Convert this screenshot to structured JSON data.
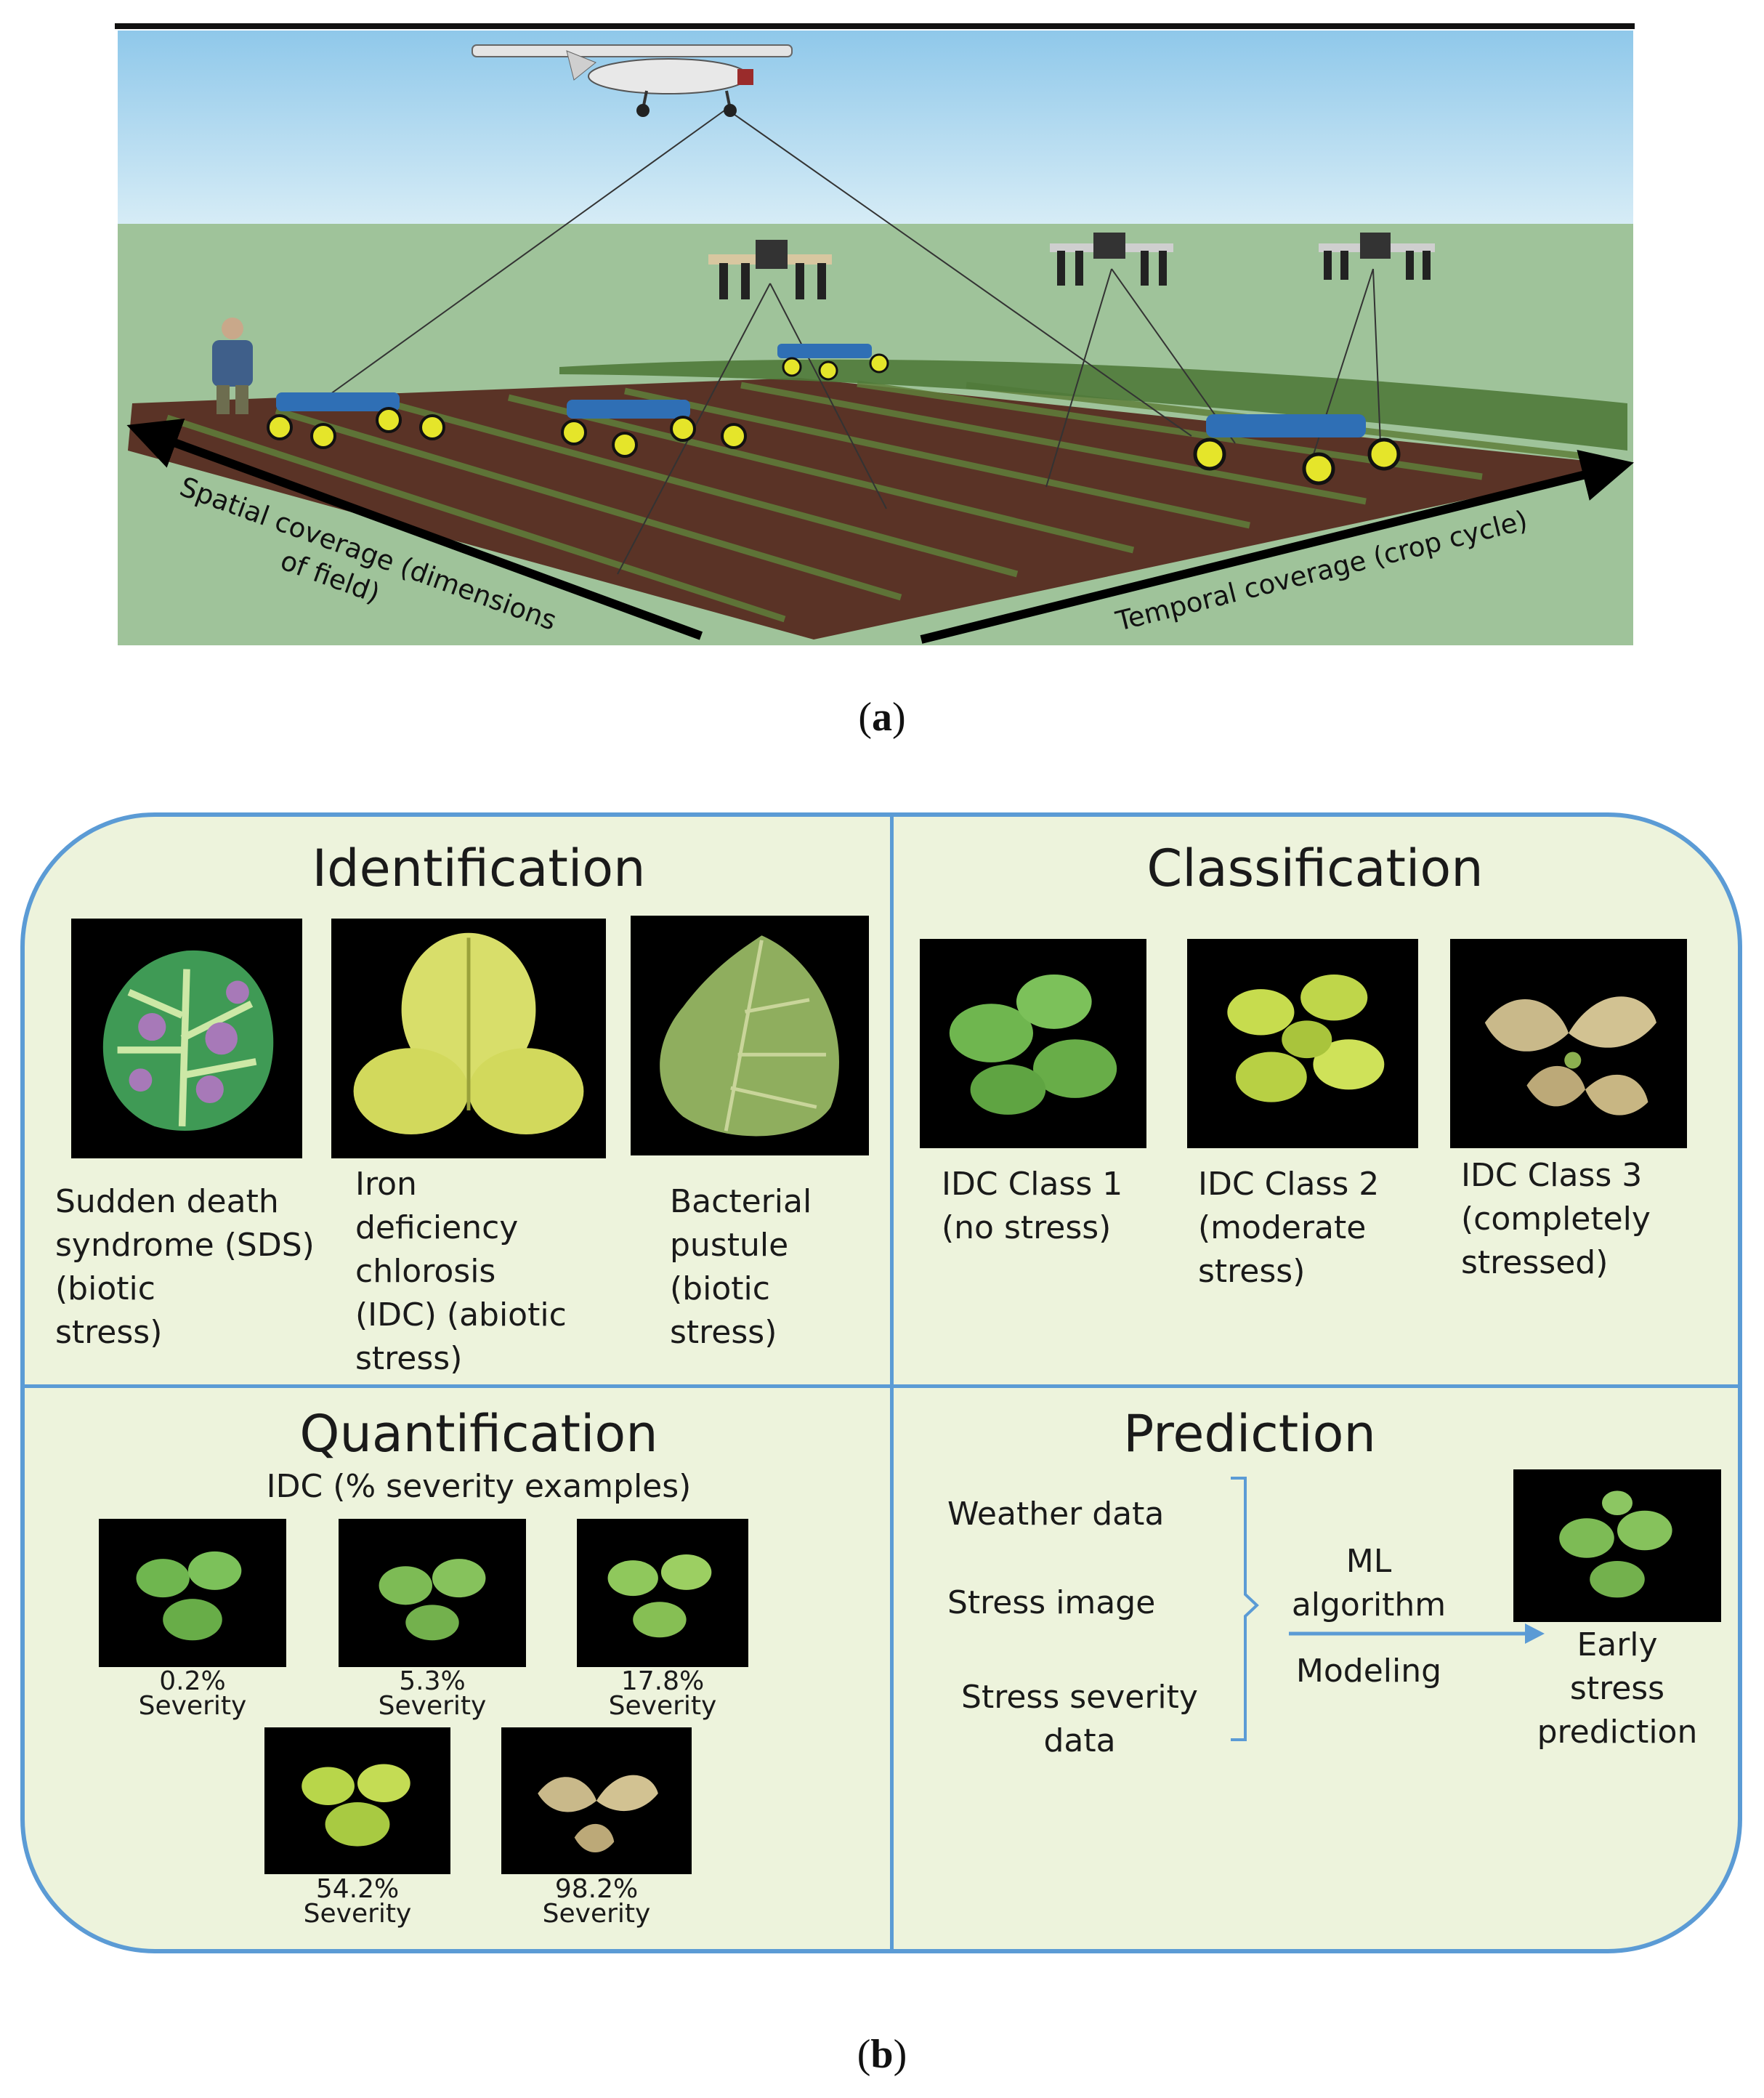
{
  "panel_a": {
    "caption": "a",
    "arrow_left_label_line1": "Spatial coverage (dimensions",
    "arrow_left_label_line2": "of field)",
    "arrow_right_label": "Temporal coverage (crop cycle)"
  },
  "panel_b": {
    "caption": "b",
    "identification": {
      "title": "Identification",
      "items": [
        {
          "label": "Sudden death\nsyndrome (SDS)\n(biotic\nstress)"
        },
        {
          "label": "Iron\ndeficiency\nchlorosis\n(IDC) (abiotic\nstress)"
        },
        {
          "label": "Bacterial\npustule\n(biotic\nstress)"
        }
      ]
    },
    "classification": {
      "title": "Classification",
      "items": [
        {
          "label": "IDC Class 1\n(no stress)"
        },
        {
          "label": "IDC Class 2\n(moderate\nstress)"
        },
        {
          "label": "IDC Class 3\n(completely\nstressed)"
        }
      ]
    },
    "quantification": {
      "title": "Quantification",
      "subtitle": "IDC (% severity examples)",
      "items": [
        {
          "percent": "0.2%",
          "word": "Severity"
        },
        {
          "percent": "5.3%",
          "word": "Severity"
        },
        {
          "percent": "17.8%",
          "word": "Severity"
        },
        {
          "percent": "54.2%",
          "word": "Severity"
        },
        {
          "percent": "98.2%",
          "word": "Severity"
        }
      ]
    },
    "prediction": {
      "title": "Prediction",
      "inputs": [
        "Weather data",
        "Stress image",
        "Stress severity\ndata"
      ],
      "arrow_top": "ML\nalgorithm",
      "arrow_bottom": "Modeling",
      "output": "Early\nstress\nprediction"
    }
  },
  "colors": {
    "border_blue": "#5b9bd5",
    "panel_fill": "#edf3dc",
    "sky_blue": "#b9dcef",
    "ground_green": "#9fc39a",
    "soil_brown": "#5a3326"
  }
}
